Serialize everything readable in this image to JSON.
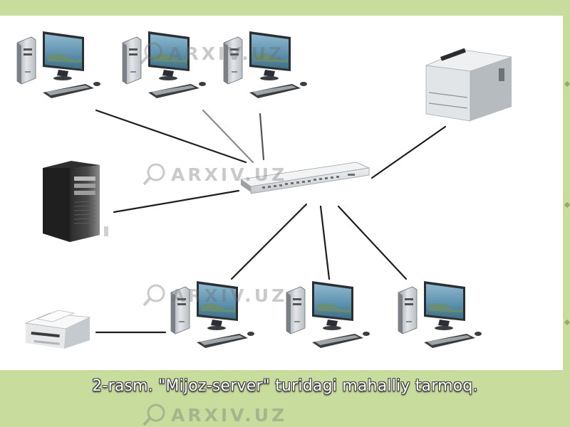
{
  "caption": "2-rasm. \"Mijoz-server\" turidagi mahalliy tarmoq.",
  "watermark": "ARXIV.UZ",
  "colors": {
    "background": "#c8dc9e",
    "panel": "#ffffff",
    "monitor_screen": "#5f93b0",
    "switch": "#d9dce0",
    "server": "#3d3d3d",
    "cable": "#1e1e1e"
  },
  "nodes": [
    {
      "id": "pc-top-1",
      "kind": "workstation",
      "icon": "desktop-computer-icon"
    },
    {
      "id": "pc-top-2",
      "kind": "workstation",
      "icon": "desktop-computer-icon"
    },
    {
      "id": "pc-top-3",
      "kind": "workstation",
      "icon": "desktop-computer-icon"
    },
    {
      "id": "laser-printer",
      "kind": "printer",
      "icon": "laser-printer-icon"
    },
    {
      "id": "server",
      "kind": "server",
      "icon": "tower-server-icon"
    },
    {
      "id": "switch",
      "kind": "switch",
      "icon": "network-switch-icon"
    },
    {
      "id": "small-printer",
      "kind": "printer",
      "icon": "desktop-printer-icon"
    },
    {
      "id": "pc-bottom-1",
      "kind": "workstation",
      "icon": "desktop-computer-icon"
    },
    {
      "id": "pc-bottom-2",
      "kind": "workstation",
      "icon": "desktop-computer-icon"
    },
    {
      "id": "pc-bottom-3",
      "kind": "workstation",
      "icon": "desktop-computer-icon"
    }
  ],
  "links": [
    [
      "pc-top-1",
      "switch"
    ],
    [
      "pc-top-2",
      "switch"
    ],
    [
      "pc-top-3",
      "switch"
    ],
    [
      "laser-printer",
      "switch"
    ],
    [
      "server",
      "switch"
    ],
    [
      "pc-bottom-1",
      "switch"
    ],
    [
      "pc-bottom-2",
      "switch"
    ],
    [
      "pc-bottom-3",
      "switch"
    ],
    [
      "small-printer",
      "pc-bottom-1"
    ]
  ]
}
